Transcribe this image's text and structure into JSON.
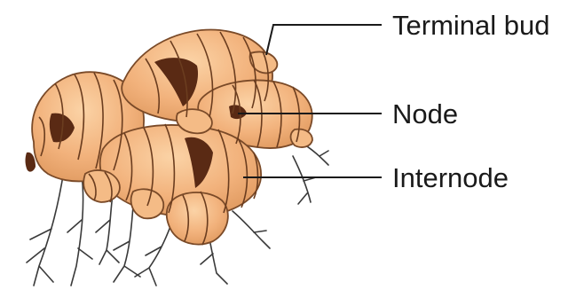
{
  "diagram": {
    "labels": {
      "terminal_bud": "Terminal bud",
      "node": "Node",
      "internode": "Internode"
    },
    "colors": {
      "rhizome_fill": "#f2b27c",
      "rhizome_light": "#f8c99a",
      "rhizome_ring": "#6b3d1f",
      "scale_dark": "#5a2a14",
      "roots": "#3a3a3a",
      "text": "#1a1a1a",
      "background": "#ffffff"
    }
  }
}
